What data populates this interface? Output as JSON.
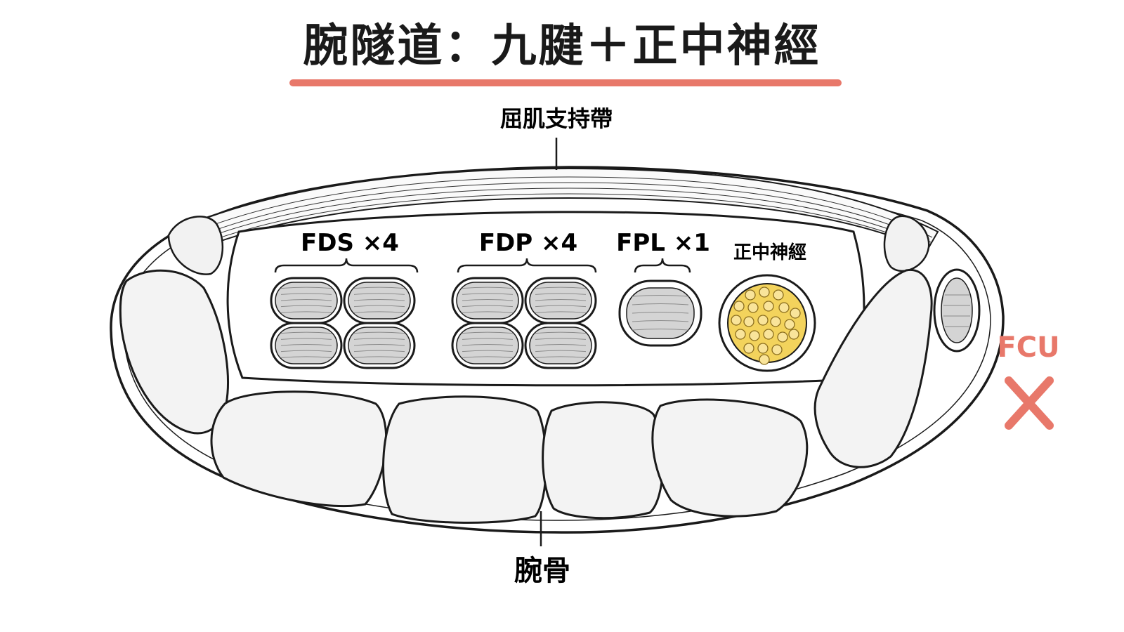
{
  "title": "腕隧道：九腱＋正中神經",
  "labels": {
    "retinaculum": "屈肌支持帶",
    "fds": "FDS ×4",
    "fdp": "FDP ×4",
    "fpl": "FPL ×1",
    "nerve": "正中神經",
    "carpal": "腕骨",
    "fcu": "FCU"
  },
  "colors": {
    "accent": "#e8786a",
    "nerve_fill": "#f3d35c",
    "tendon_fill": "#d4d4d4",
    "bone_fill": "#f3f3f3",
    "outline": "#1a1a1a"
  },
  "icons": {
    "fcu_mark": "cross-mark-icon"
  }
}
